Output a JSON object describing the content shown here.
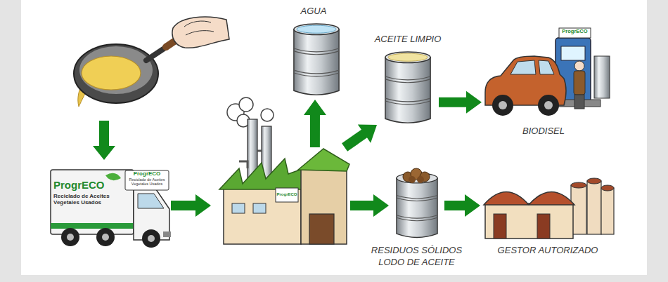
{
  "diagram": {
    "nodes": [
      {
        "text": [
          "AGUA"
        ]
      },
      {
        "text": [
          "ACEITE LIMPIO"
        ]
      },
      {
        "text": [
          "ProgrECO",
          "BIODISEL"
        ]
      },
      {
        "text": [
          "ProgrECO",
          "Reciclado de Aceites Vegetales Usados",
          "ProgrECO",
          "Reciclado de Aceites Vegetales Usados"
        ]
      },
      {
        "text": [
          "ProgrECO"
        ]
      },
      {
        "text": [
          "RESIDUOS SÓLIDOS LODO DE ACEITE"
        ]
      },
      {
        "text": [
          "GESTOR AUTORIZADO"
        ]
      }
    ],
    "edges": [
      {
        "from": 3,
        "to": 4,
        "arrow": "to"
      },
      {
        "from": 4,
        "to": 0,
        "arrow": "to"
      },
      {
        "from": 4,
        "to": 1,
        "arrow": "to"
      },
      {
        "from": 1,
        "to": 2,
        "arrow": "to"
      },
      {
        "from": 4,
        "to": 5,
        "arrow": "to"
      },
      {
        "from": 5,
        "to": 6,
        "arrow": "to"
      }
    ]
  }
}
